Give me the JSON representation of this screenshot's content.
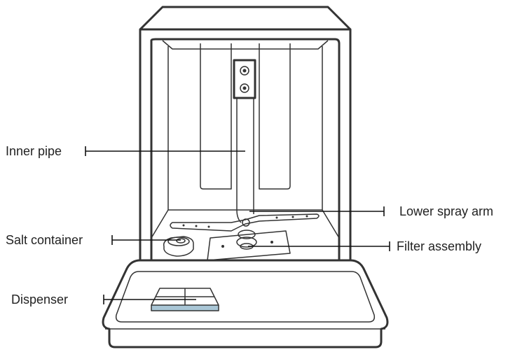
{
  "labels": {
    "inner_pipe": "Inner pipe",
    "salt_container": "Salt container",
    "dispenser": "Dispenser",
    "lower_spray_arm": "Lower spray arm",
    "filter_assembly": "Filter assembly"
  },
  "colors": {
    "stroke": "#333333",
    "label": "#222222",
    "dispenser_accent": "#a9c6d6"
  }
}
